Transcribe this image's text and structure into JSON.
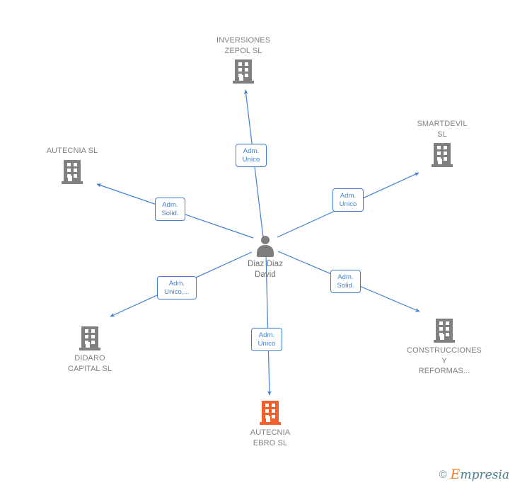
{
  "graph": {
    "center": {
      "id": "person-center",
      "name": "Diaz Diaz\nDavid",
      "icon": "person-icon",
      "type": "person"
    },
    "nodes": [
      {
        "id": "inversiones-zepol",
        "name": "INVERSIONES\nZEPOL SL",
        "icon": "building-icon",
        "highlight": false,
        "label_position": "top"
      },
      {
        "id": "autecnia-sl",
        "name": "AUTECNIA  SL",
        "icon": "building-icon",
        "highlight": false,
        "label_position": "top"
      },
      {
        "id": "smartdevil-sl",
        "name": "SMARTDEVIL\nSL",
        "icon": "building-icon",
        "highlight": false,
        "label_position": "top"
      },
      {
        "id": "didaro-capital",
        "name": "DIDARO\nCAPITAL  SL",
        "icon": "building-icon",
        "highlight": false,
        "label_position": "bottom"
      },
      {
        "id": "construcciones-reformas",
        "name": "CONSTRUCCIONES\nY\nREFORMAS...",
        "icon": "building-icon",
        "highlight": false,
        "label_position": "bottom"
      },
      {
        "id": "autecnia-ebro",
        "name": "AUTECNIA\nEBRO  SL",
        "icon": "building-icon",
        "highlight": true,
        "label_position": "bottom"
      }
    ],
    "edges": [
      {
        "id": "edge-zepol",
        "from": "person-center",
        "to": "inversiones-zepol",
        "label": "Adm.\nUnico"
      },
      {
        "id": "edge-autecnia",
        "from": "person-center",
        "to": "autecnia-sl",
        "label": "Adm.\nSolid."
      },
      {
        "id": "edge-smartdevil",
        "from": "person-center",
        "to": "smartdevil-sl",
        "label": "Adm.\nUnico"
      },
      {
        "id": "edge-didaro",
        "from": "person-center",
        "to": "didaro-capital",
        "label": "Adm.\nUnico,..."
      },
      {
        "id": "edge-construcciones",
        "from": "person-center",
        "to": "construcciones-reformas",
        "label": "Adm.\nSolid."
      },
      {
        "id": "edge-autecnia-ebro",
        "from": "person-center",
        "to": "autecnia-ebro",
        "label": "Adm.\nUnico"
      }
    ]
  },
  "watermark": {
    "copyright": "©",
    "brand_initial": "E",
    "brand_rest": "mpresia"
  },
  "colors": {
    "edge": "#3d7fd6",
    "node_icon": "#808080",
    "node_highlight": "#f4602b",
    "node_text": "#808080",
    "background": "#ffffff"
  }
}
